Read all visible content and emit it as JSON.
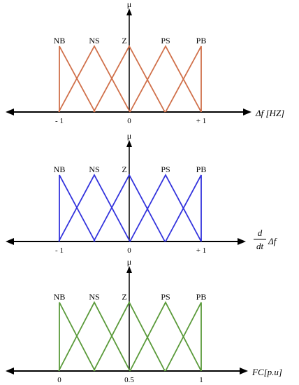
{
  "axis_symbol": "μ",
  "panels": [
    {
      "name": "frequency-deviation",
      "line_color": "#d0704a",
      "set_labels": [
        "NB",
        "NS",
        "Z",
        "PS",
        "PB"
      ],
      "tick_labels": [
        "- 1",
        "0",
        "+ 1"
      ],
      "axis_label": {
        "prefix": "",
        "numerator": "",
        "denominator": "",
        "main": "Δf [HZ]"
      }
    },
    {
      "name": "frequency-deviation-derivative",
      "line_color": "#3333dd",
      "set_labels": [
        "NB",
        "NS",
        "Z",
        "PS",
        "PB"
      ],
      "tick_labels": [
        "- 1",
        "0",
        "+ 1"
      ],
      "axis_label": {
        "prefix": "",
        "numerator": "d",
        "denominator": "dt",
        "main": "Δf"
      }
    },
    {
      "name": "fuel-command",
      "line_color": "#5a9a3a",
      "set_labels": [
        "NB",
        "NS",
        "Z",
        "PS",
        "PB"
      ],
      "tick_labels": [
        "0",
        "0.5",
        "1"
      ],
      "axis_label": {
        "prefix": "",
        "numerator": "",
        "denominator": "",
        "main": "FC[p.u]"
      }
    }
  ]
}
